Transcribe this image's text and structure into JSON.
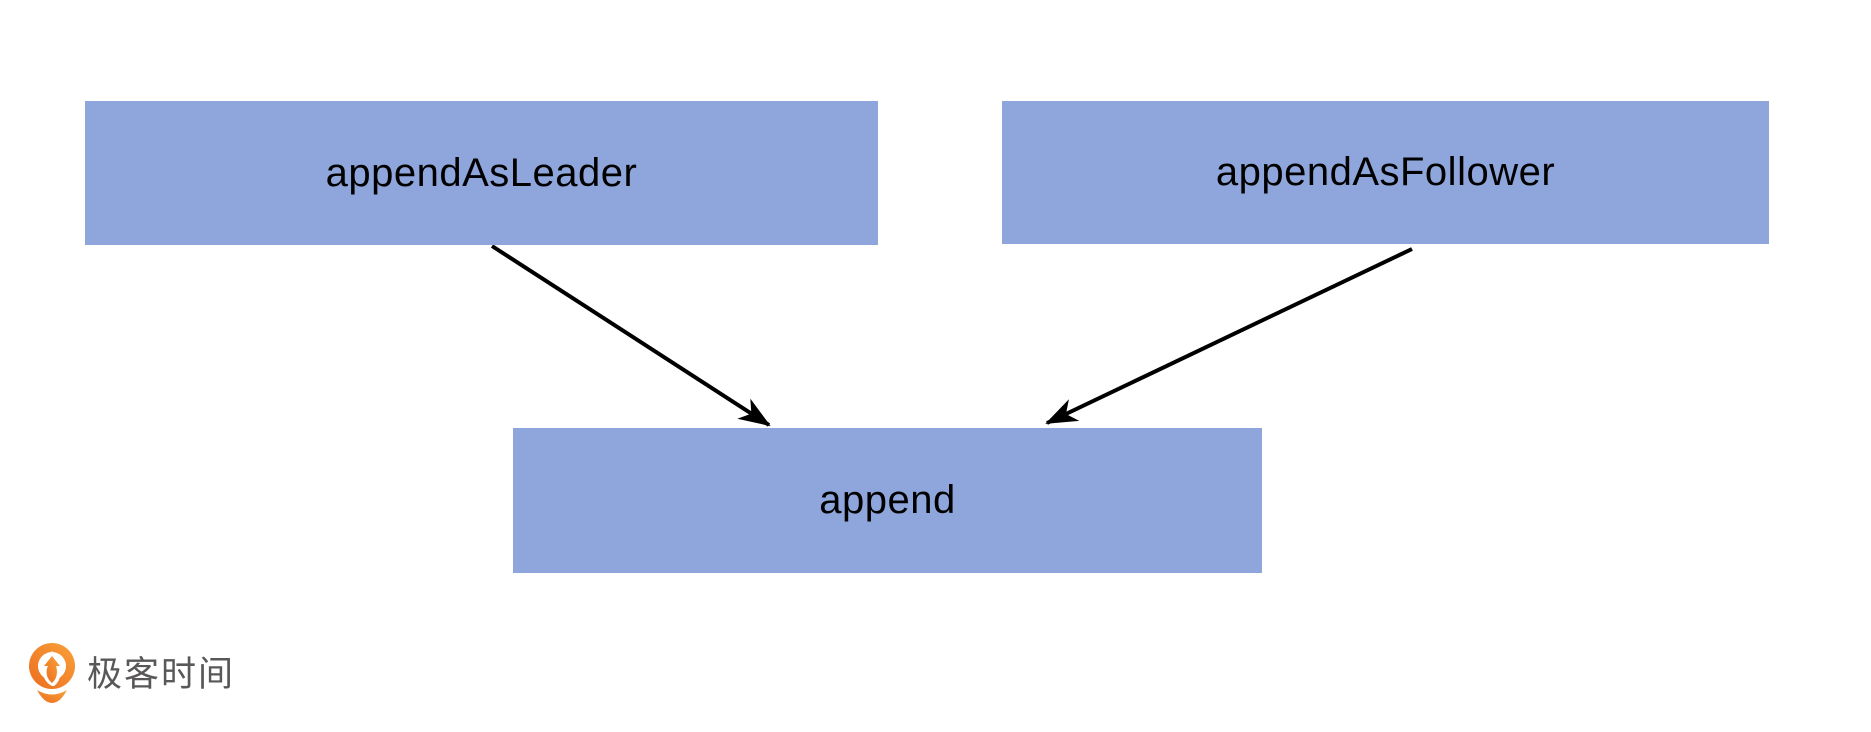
{
  "diagram": {
    "title": "append flow diagram",
    "nodes": [
      {
        "id": "appendAsLeader",
        "label": "appendAsLeader"
      },
      {
        "id": "appendAsFollower",
        "label": "appendAsFollower"
      },
      {
        "id": "append",
        "label": "append"
      }
    ],
    "edges": [
      {
        "from": "appendAsLeader",
        "to": "append"
      },
      {
        "from": "appendAsFollower",
        "to": "append"
      }
    ],
    "colors": {
      "node_fill": "#8ea6db",
      "node_text": "#000000",
      "arrow": "#000000",
      "background": "#ffffff"
    }
  },
  "branding": {
    "logo_text": "极客时间",
    "logo_text_color": "#595757",
    "logo_icon_color_light": "#f9a13a",
    "logo_icon_color_dark": "#ec6d1f"
  }
}
